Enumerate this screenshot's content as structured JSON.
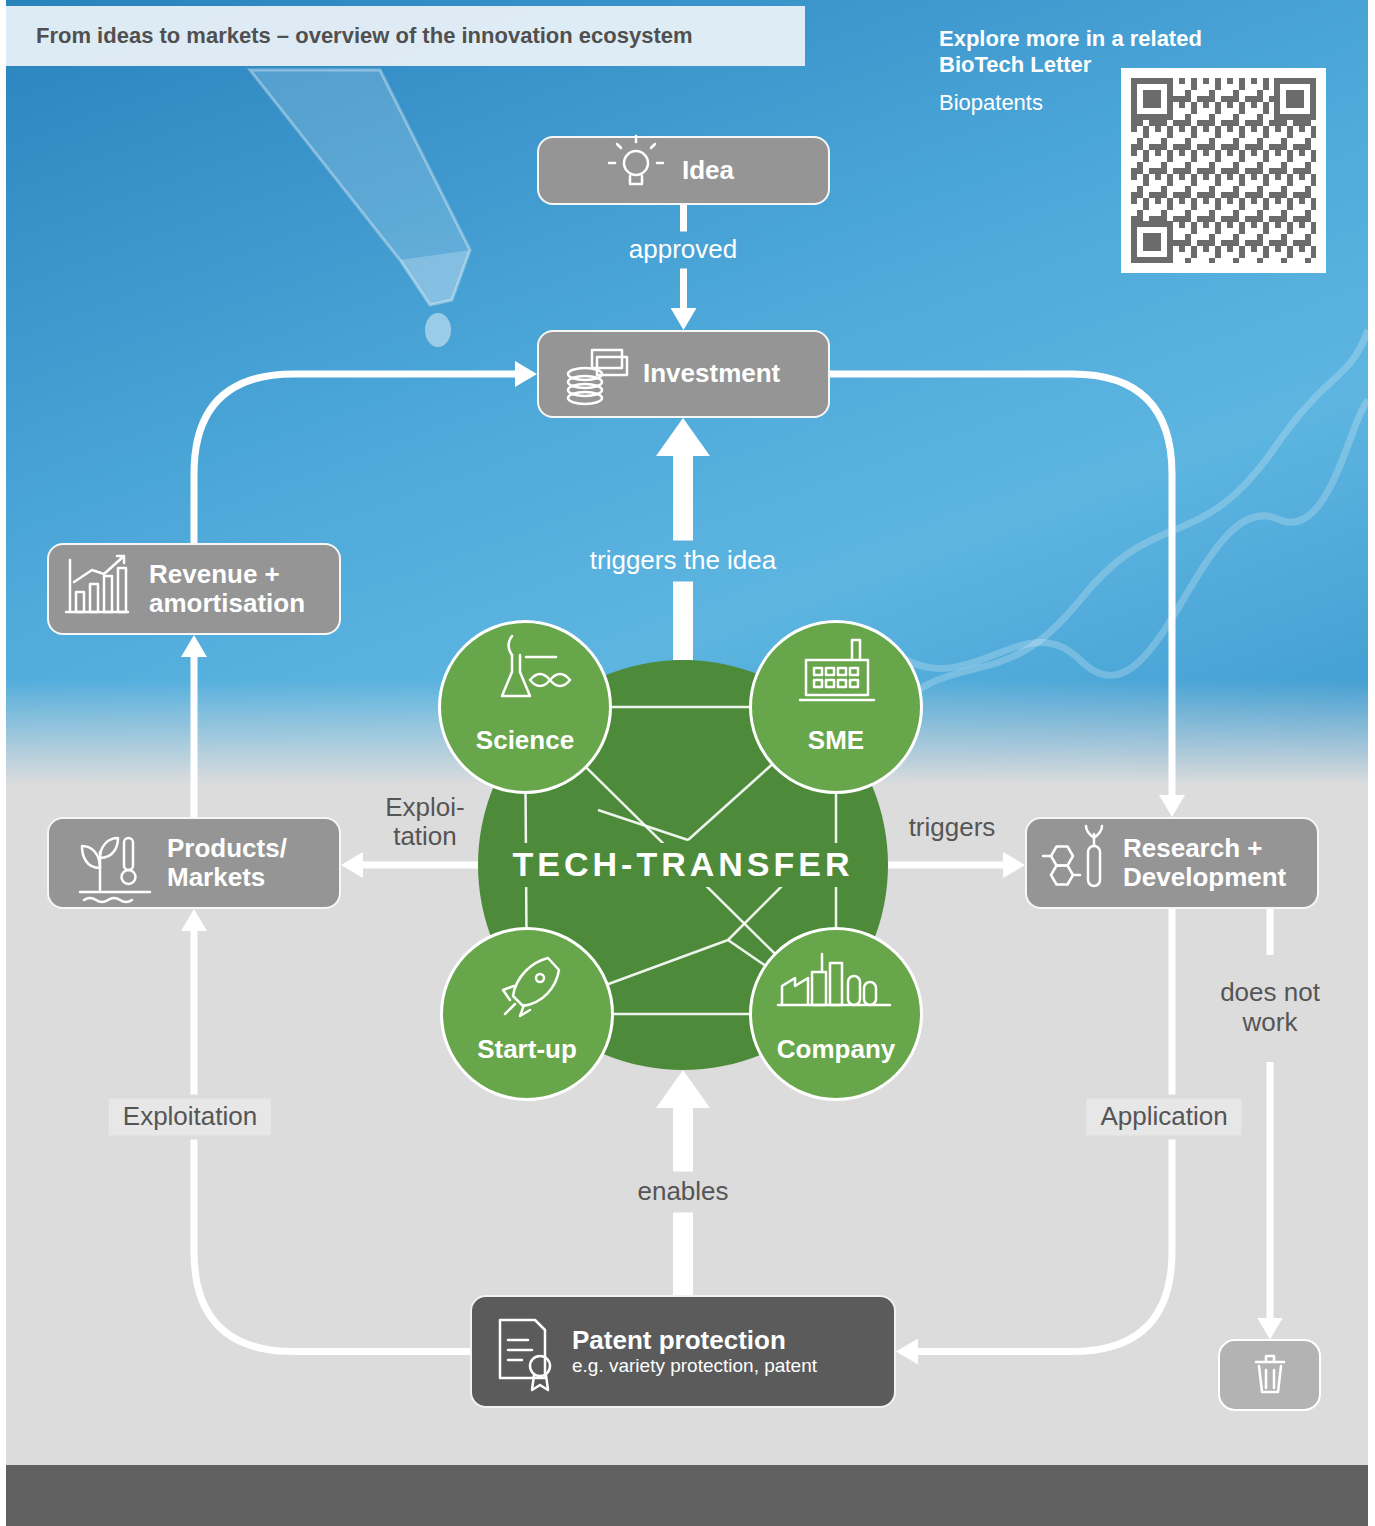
{
  "diagram": {
    "title": "From ideas to markets – overview of the innovation ecosystem",
    "nodes": [
      {
        "text": [
          "Idea"
        ]
      },
      {
        "text": [
          "Investment"
        ]
      },
      {
        "text": [
          "Revenue + amortisation"
        ]
      },
      {
        "text": [
          "Science"
        ]
      },
      {
        "text": [
          "SME"
        ]
      },
      {
        "text": [
          "Products/ Markets"
        ]
      },
      {
        "text": [
          "TECH-TRANSFER"
        ]
      },
      {
        "text": [
          "Research + Development"
        ]
      },
      {
        "text": [
          "Start-up"
        ]
      },
      {
        "text": [
          "Company"
        ]
      },
      {
        "text": [
          "Patent protection",
          "e.g. variety protection, patent"
        ]
      }
    ],
    "edges": [
      {
        "from": 0,
        "to": 1,
        "label": "approved",
        "arrow": "to"
      },
      {
        "from": 2,
        "to": 1,
        "arrow": "to"
      },
      {
        "from": 1,
        "to": 7,
        "arrow": "to"
      },
      {
        "from": 6,
        "to": 1,
        "label": "triggers the idea",
        "arrow": "to"
      },
      {
        "from": 6,
        "to": 5,
        "label": "Exploi- tation",
        "arrow": "to"
      },
      {
        "from": 6,
        "to": 7,
        "label": "triggers",
        "arrow": "to"
      },
      {
        "from": 5,
        "to": 2,
        "arrow": "to"
      },
      {
        "from": 10,
        "to": 5,
        "label": "Exploitation",
        "arrow": "to"
      },
      {
        "from": 7,
        "to": 10,
        "label": "Application",
        "arrow": "to"
      },
      {
        "from": 10,
        "to": 6,
        "label": "enables",
        "arrow": "to"
      }
    ],
    "labels": [
      "Explore more in a related BioTech Letter",
      "Biopatents",
      "does not work"
    ]
  }
}
